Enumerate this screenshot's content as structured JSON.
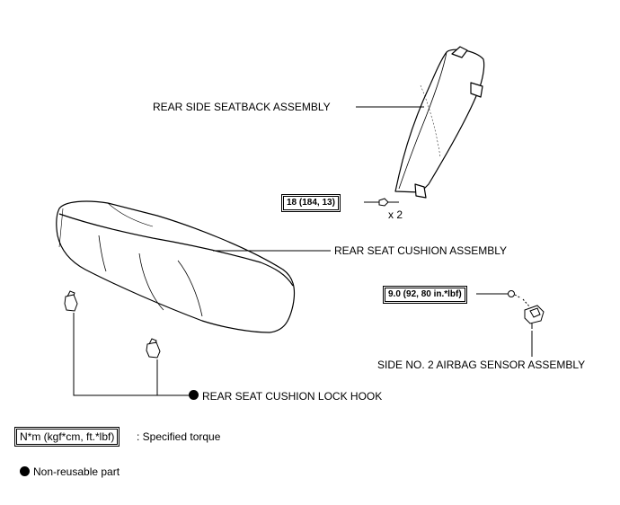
{
  "labels": {
    "rear_side_seatback": "REAR SIDE SEATBACK ASSEMBLY",
    "rear_seat_cushion": "REAR SEAT CUSHION ASSEMBLY",
    "side_airbag_sensor": "SIDE NO. 2 AIRBAG SENSOR ASSEMBLY",
    "lock_hook": "REAR SEAT CUSHION LOCK HOOK",
    "quantity": "x 2"
  },
  "torque": {
    "seatback_bolt": "18 (184, 13)",
    "sensor_bolt": "9.0 (92, 80 in.*lbf)"
  },
  "legend": {
    "torque_unit": "N*m (kgf*cm, ft.*lbf)",
    "torque_desc": ": Specified torque",
    "non_reusable": "Non-reusable part"
  }
}
